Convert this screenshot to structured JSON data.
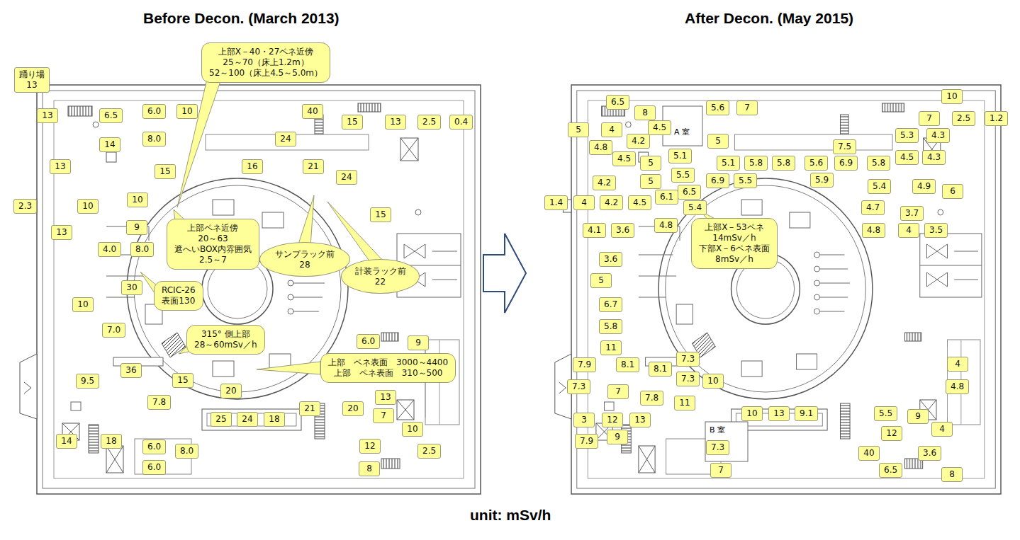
{
  "diagram": {
    "nodes": [
      {
        "text": [
          "踊り場",
          "13"
        ]
      },
      {
        "text": [
          "13"
        ]
      },
      {
        "text": [
          "6.5"
        ]
      },
      {
        "text": [
          "6.0"
        ]
      },
      {
        "text": [
          "10"
        ]
      },
      {
        "text": [
          "8.0"
        ]
      },
      {
        "text": [
          "14"
        ]
      },
      {
        "text": [
          "40"
        ]
      },
      {
        "text": [
          "15"
        ]
      },
      {
        "text": [
          "13"
        ]
      },
      {
        "text": [
          "2.5"
        ]
      },
      {
        "text": [
          "0.4"
        ]
      },
      {
        "text": [
          "24"
        ]
      },
      {
        "text": [
          "13"
        ]
      },
      {
        "text": [
          "15"
        ]
      },
      {
        "text": [
          "16"
        ]
      },
      {
        "text": [
          "21"
        ]
      },
      {
        "text": [
          "24"
        ]
      },
      {
        "text": [
          "10"
        ]
      },
      {
        "text": [
          "2.3"
        ]
      },
      {
        "text": [
          "10"
        ]
      },
      {
        "text": [
          "15"
        ]
      },
      {
        "text": [
          "13"
        ]
      },
      {
        "text": [
          "9"
        ]
      },
      {
        "text": [
          "4.0"
        ]
      },
      {
        "text": [
          "8.0"
        ]
      },
      {
        "text": [
          "30"
        ]
      },
      {
        "text": [
          "10"
        ]
      },
      {
        "text": [
          "7.0"
        ]
      },
      {
        "text": [
          "36"
        ]
      },
      {
        "text": [
          "9.5"
        ]
      },
      {
        "text": [
          "15"
        ]
      },
      {
        "text": [
          "20"
        ]
      },
      {
        "text": [
          "6.0"
        ]
      },
      {
        "text": [
          "9"
        ]
      },
      {
        "text": [
          "13"
        ]
      },
      {
        "text": [
          "21"
        ]
      },
      {
        "text": [
          "20"
        ]
      },
      {
        "text": [
          "7"
        ]
      },
      {
        "text": [
          "7.8"
        ]
      },
      {
        "text": [
          "25"
        ]
      },
      {
        "text": [
          "24"
        ]
      },
      {
        "text": [
          "18"
        ]
      },
      {
        "text": [
          "10"
        ]
      },
      {
        "text": [
          "14"
        ]
      },
      {
        "text": [
          "18"
        ]
      },
      {
        "text": [
          "6.0"
        ]
      },
      {
        "text": [
          "8.0"
        ]
      },
      {
        "text": [
          "12"
        ]
      },
      {
        "text": [
          "2.5"
        ]
      },
      {
        "text": [
          "6.0"
        ]
      },
      {
        "text": [
          "8"
        ]
      },
      {
        "text": [
          "上部X－40・27ペネ近傍",
          "25～70（床上1.2m）",
          "52～100（床上4.5～5.0m）"
        ]
      },
      {
        "text": [
          "上部ペネ近傍",
          "20～63",
          "遮へいBOX内雰囲気",
          "2.5～7"
        ]
      },
      {
        "text": [
          "サンプラック前",
          "28"
        ]
      },
      {
        "text": [
          "計装ラック前",
          "22"
        ]
      },
      {
        "text": [
          "RCIC-26",
          "表面130"
        ]
      },
      {
        "text": [
          "315° 側上部",
          "28～60mSv／h"
        ]
      },
      {
        "text": [
          "上部　ペネ表面　3000～4400",
          "上部　ペネ表面　310～500"
        ]
      },
      {
        "text": [
          "6.5"
        ]
      },
      {
        "text": [
          "8"
        ]
      },
      {
        "text": [
          "5.6"
        ]
      },
      {
        "text": [
          "7"
        ]
      },
      {
        "text": [
          "10"
        ]
      },
      {
        "text": [
          "5"
        ]
      },
      {
        "text": [
          "4"
        ]
      },
      {
        "text": [
          "4.5"
        ]
      },
      {
        "text": [
          "7"
        ]
      },
      {
        "text": [
          "2.5"
        ]
      },
      {
        "text": [
          "1.2"
        ]
      },
      {
        "text": [
          "4.8"
        ]
      },
      {
        "text": [
          "4.2"
        ]
      },
      {
        "text": [
          "5"
        ]
      },
      {
        "text": [
          "7.5"
        ]
      },
      {
        "text": [
          "5.3"
        ]
      },
      {
        "text": [
          "4.3"
        ]
      },
      {
        "text": [
          "4.5"
        ]
      },
      {
        "text": [
          "5"
        ]
      },
      {
        "text": [
          "5.1"
        ]
      },
      {
        "text": [
          "5.1"
        ]
      },
      {
        "text": [
          "5.8"
        ]
      },
      {
        "text": [
          "5.8"
        ]
      },
      {
        "text": [
          "5.6"
        ]
      },
      {
        "text": [
          "6.9"
        ]
      },
      {
        "text": [
          "5.8"
        ]
      },
      {
        "text": [
          "4.5"
        ]
      },
      {
        "text": [
          "4.3"
        ]
      },
      {
        "text": [
          "4.2"
        ]
      },
      {
        "text": [
          "5"
        ]
      },
      {
        "text": [
          "5.5"
        ]
      },
      {
        "text": [
          "6.9"
        ]
      },
      {
        "text": [
          "5.5"
        ]
      },
      {
        "text": [
          "5.9"
        ]
      },
      {
        "text": [
          "5.4"
        ]
      },
      {
        "text": [
          "4.9"
        ]
      },
      {
        "text": [
          "6"
        ]
      },
      {
        "text": [
          "6.1"
        ]
      },
      {
        "text": [
          "6.5"
        ]
      },
      {
        "text": [
          "1.4"
        ]
      },
      {
        "text": [
          "4"
        ]
      },
      {
        "text": [
          "4.2"
        ]
      },
      {
        "text": [
          "4.5"
        ]
      },
      {
        "text": [
          "5.4"
        ]
      },
      {
        "text": [
          "4.7"
        ]
      },
      {
        "text": [
          "3.7"
        ]
      },
      {
        "text": [
          "4.8"
        ]
      },
      {
        "text": [
          "4.1"
        ]
      },
      {
        "text": [
          "3.6"
        ]
      },
      {
        "text": [
          "4.8"
        ]
      },
      {
        "text": [
          "4"
        ]
      },
      {
        "text": [
          "3.5"
        ]
      },
      {
        "text": [
          "上部X－53ペネ",
          "14mSv／h",
          "下部X－6ペネ表面",
          "8mSv／h"
        ]
      },
      {
        "text": [
          "3.6"
        ]
      },
      {
        "text": [
          "5"
        ]
      },
      {
        "text": [
          "6.7"
        ]
      },
      {
        "text": [
          "5.8"
        ]
      },
      {
        "text": [
          "11"
        ]
      },
      {
        "text": [
          "7.9"
        ]
      },
      {
        "text": [
          "8.1"
        ]
      },
      {
        "text": [
          "8.1"
        ]
      },
      {
        "text": [
          "7.3"
        ]
      },
      {
        "text": [
          "4"
        ]
      },
      {
        "text": [
          "7.3"
        ]
      },
      {
        "text": [
          "10"
        ]
      },
      {
        "text": [
          "7.3"
        ]
      },
      {
        "text": [
          "4.8"
        ]
      },
      {
        "text": [
          "7"
        ]
      },
      {
        "text": [
          "7.8"
        ]
      },
      {
        "text": [
          "11"
        ]
      },
      {
        "text": [
          "10"
        ]
      },
      {
        "text": [
          "13"
        ]
      },
      {
        "text": [
          "9.1"
        ]
      },
      {
        "text": [
          "5.5"
        ]
      },
      {
        "text": [
          "9"
        ]
      },
      {
        "text": [
          "3"
        ]
      },
      {
        "text": [
          "12"
        ]
      },
      {
        "text": [
          "13"
        ]
      },
      {
        "text": [
          "4"
        ]
      },
      {
        "text": [
          "9"
        ]
      },
      {
        "text": [
          "12"
        ]
      },
      {
        "text": [
          "7.9"
        ]
      },
      {
        "text": [
          "7.3"
        ]
      },
      {
        "text": [
          "40"
        ]
      },
      {
        "text": [
          "3.6"
        ]
      },
      {
        "text": [
          "7"
        ]
      },
      {
        "text": [
          "6.5"
        ]
      },
      {
        "text": [
          "8"
        ]
      }
    ],
    "labels": [
      "Before Decon. (March 2013)",
      "After Decon. (May 2015)",
      "unit: mSv/h",
      "A 室",
      "B 室"
    ]
  }
}
